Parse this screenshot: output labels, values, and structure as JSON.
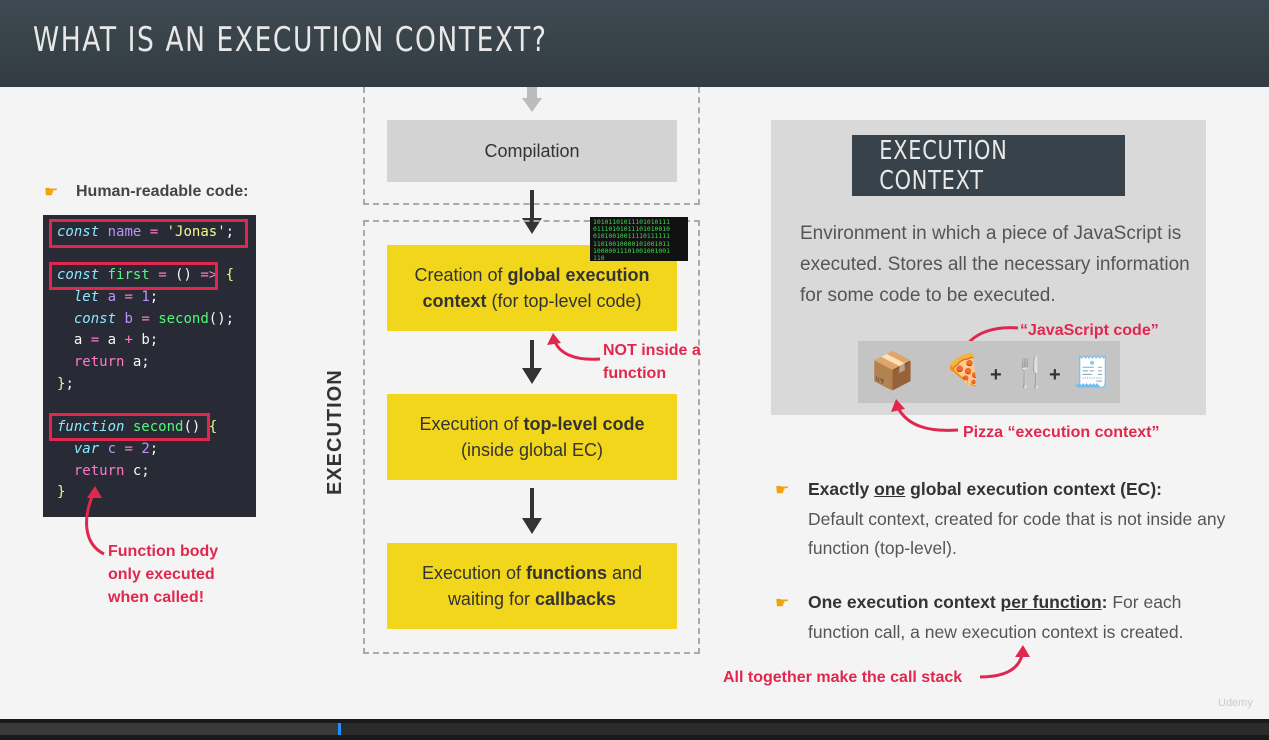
{
  "title": "WHAT IS AN EXECUTION CONTEXT?",
  "left": {
    "label": "Human-readable code:",
    "code_lines": [
      "const name = 'Jonas';",
      "",
      "const first = () => {",
      "  let a = 1;",
      "  const b = second();",
      "  a = a + b;",
      "  return a;",
      "};",
      "",
      "function second() {",
      "  var c = 2;",
      "  return c;",
      "}"
    ],
    "note": "Function body only executed when called!"
  },
  "flow": {
    "compilation": "Compilation",
    "execution_label": "EXECUTION",
    "step1_a": "Creation of ",
    "step1_b": "global execution context",
    "step1_c": " (for top-level code)",
    "step2_a": "Execution of ",
    "step2_b": "top-level code",
    "step2_c": "(inside global EC)",
    "step3_a": "Execution of ",
    "step3_b": "functions",
    "step3_c": " and waiting for ",
    "step3_d": "callbacks",
    "not_inside": "NOT inside a function",
    "binary": "1010110101110101011101110101011101010010010100100111101111111101001000010100101110000011101001001001110"
  },
  "ec": {
    "title": "EXECUTION CONTEXT",
    "description": "Environment in which a piece of JavaScript is executed. Stores all the necessary information for some code to be executed.",
    "js_code_note": "“JavaScript code”",
    "pizza_note": "Pizza “execution context”",
    "icons": [
      "box-icon",
      "pizza-icon",
      "cutlery-icon",
      "receipt-icon"
    ]
  },
  "bullets": {
    "b1_a": "Exactly ",
    "b1_u": "one",
    "b1_b": " global execution context (EC):",
    "b1_text": "Default context, created for code that is not inside any function (top-level).",
    "b2_a": "One execution context ",
    "b2_u": "per function",
    "b2_colon": ":",
    "b2_text": " For each function call, a new execution context is created."
  },
  "call_stack_note": "All together make the call stack",
  "player": {
    "progress": 0.266,
    "watermark": "Udemy"
  },
  "colors": {
    "accent_red": "#e0284e",
    "yellow": "#f2d61c",
    "header": "#37424a"
  }
}
